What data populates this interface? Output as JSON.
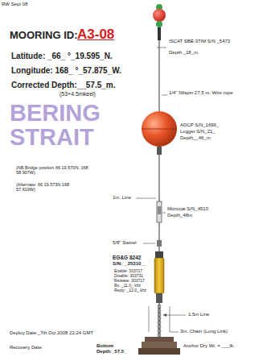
{
  "diagram": {
    "labels": [
      "RW Sept 08",
      "MOORING ID:",
      "A3-08",
      "Latitude: _66_ °_19.595_N.",
      "Longitude: 168_ °_57.875_W.",
      "Corrected Depth:__57.5_m.",
      "(53+4.5mkeel)",
      "BERING",
      "STRAIT",
      "(NB Bridge position 66 19.570N, 168 58.907W)",
      "(Alternate: 66 19.573N 168 57.619W)",
      "ISCAT SBE-37IM S/N _5473",
      "Depth _18_m.",
      "1/4\" Nilspin 27.5 m. Wire rope",
      "ADCP S/N_1699_",
      "Logger S/N_21_",
      "Depth__46_m",
      "1m. Line",
      "Microcat S/N_4510",
      "Depth_48m",
      "5/8\" Swivel",
      "EG&G 8242",
      "S/N:__25310__",
      "Enable: 303717",
      "Disable: 303731",
      "Release: 303717",
      "Rx: _11.0_ khz",
      "Reply: _12.0_ khz",
      "1.5m Line",
      "3m. Chain (Long Link)",
      "Deploy Date:_7th Oct 2008 22:24 GMT",
      "Recovery Date:",
      "Bottom Depth:_57.5_",
      "Anchor Dry Wt. = ___lb."
    ]
  }
}
